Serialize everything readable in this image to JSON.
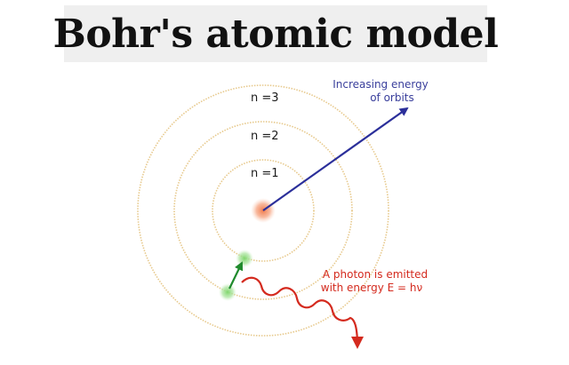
{
  "title": "Bohr's atomic model",
  "orbits": [
    {
      "label": "n =1"
    },
    {
      "label": "n =2"
    },
    {
      "label": "n =3"
    }
  ],
  "energy_annotation": {
    "line1": "Increasing energy",
    "line2": "of orbits",
    "color": "#3a3f9c"
  },
  "photon_annotation": {
    "line1": "A photon is emitted",
    "line2": "with energy E = hν",
    "color": "#d42a1e"
  },
  "colors": {
    "orbit": "#e7c98c",
    "nucleus": "#f39a6e",
    "electron": "#8fdc7e",
    "electron_arrow": "#1f8a2c",
    "energy_arrow": "#2b2f9a",
    "photon": "#d42a1e"
  }
}
